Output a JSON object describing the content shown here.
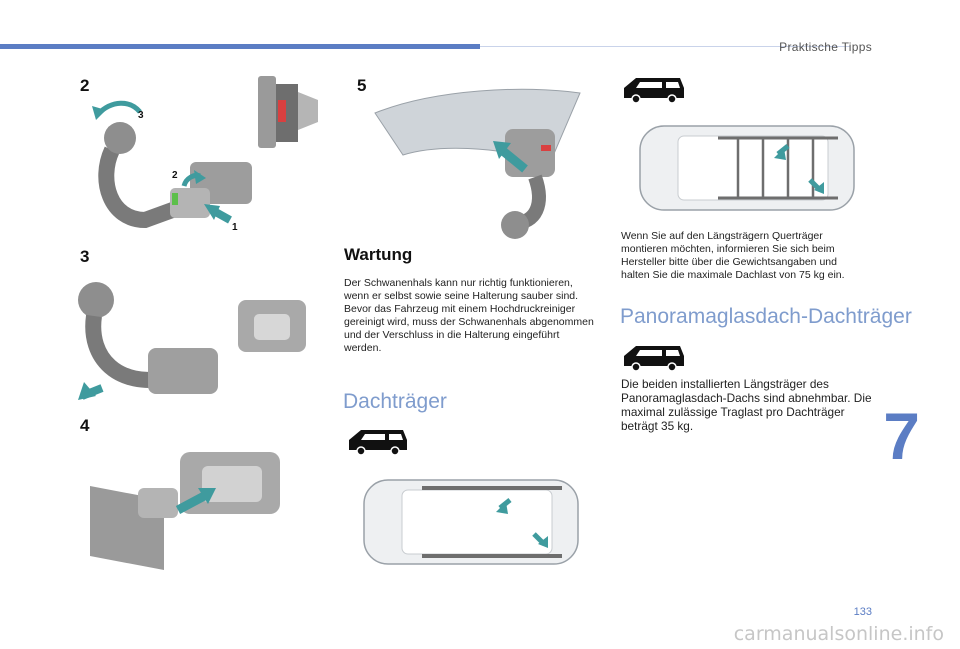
{
  "header": {
    "title": "Praktische Tipps"
  },
  "figures": {
    "fig2": {
      "number": "2",
      "callouts": [
        "3",
        "2",
        "1"
      ]
    },
    "fig3": {
      "number": "3"
    },
    "fig4": {
      "number": "4"
    },
    "fig5": {
      "number": "5"
    }
  },
  "wartung": {
    "title": "Wartung",
    "text": "Der Schwanenhals kann nur richtig funktionieren, wenn er selbst sowie seine Halterung sauber sind. Bevor das Fahrzeug mit einem Hochdruckreiniger gereinigt wird, muss der Schwanenhals abgenommen und der Verschluss in die Halterung eingeführt werden."
  },
  "dachtraeger": {
    "title": "Dachträger"
  },
  "right_column": {
    "intro_text": "Wenn Sie auf den Längsträgern Querträger montieren möchten, informieren Sie sich beim Hersteller bitte über die Gewichtsangaben und halten Sie die maximale Dachlast von 75 kg ein.",
    "panorama_title": "Panoramaglasdach-Dachträger",
    "panorama_text": "Die beiden installierten Längsträger des Panoramaglasdach-Dachs sind abnehmbar. Die maximal zulässige Traglast pro Dachträger beträgt 35 kg."
  },
  "chapter_number": "7",
  "page_number": "133",
  "watermark": "carmanualsonline.info",
  "colors": {
    "accent": "#5b7dc4",
    "heading_light": "#7f9ccd",
    "arrow_teal": "#3f9b9e"
  }
}
